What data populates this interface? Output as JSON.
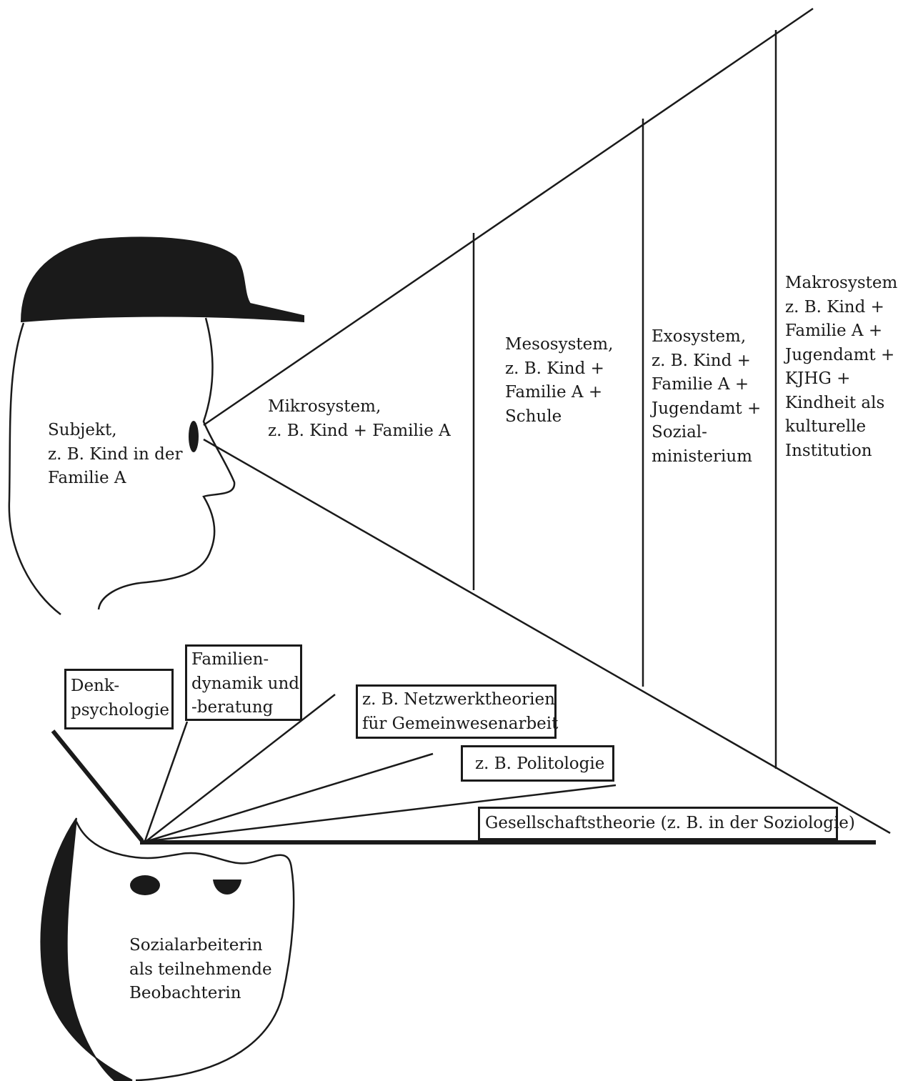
{
  "subject": {
    "lines": [
      "Subjekt,",
      "z. B. Kind in der",
      "Familie A"
    ]
  },
  "levels": {
    "mikro": {
      "lines": [
        "Mikrosystem,",
        "z. B. Kind + Familie A"
      ]
    },
    "meso": {
      "lines": [
        "Mesosystem,",
        "z. B. Kind  +",
        "Familie A +",
        "Schule"
      ]
    },
    "exo": {
      "lines": [
        "Exosystem,",
        "z. B. Kind +",
        "Familie A +",
        "Jugendamt  +",
        "Sozial-",
        "ministerium"
      ]
    },
    "makro": {
      "lines": [
        "Makrosystem",
        "z. B. Kind +",
        "Familie A +",
        "Jugendamt +",
        "KJHG +",
        "Kindheit als",
        "kulturelle",
        "Institution"
      ]
    }
  },
  "theories": {
    "denk": {
      "lines": [
        "Denk-",
        "psychologie"
      ]
    },
    "familie": {
      "lines": [
        "Familien-",
        "dynamik und",
        "-beratung"
      ]
    },
    "netz": {
      "lines": [
        "z. B. Netzwerktheorien",
        "für Gemeinwesenarbeit"
      ]
    },
    "polit": {
      "lines": [
        "z. B. Politologie"
      ]
    },
    "gesell": {
      "lines": [
        "Gesellschaftstheorie (z. B. in der Soziologie)"
      ]
    }
  },
  "observer": {
    "lines": [
      "Sozialarbeiterin",
      "als teilnehmende",
      "Beobachterin"
    ]
  }
}
